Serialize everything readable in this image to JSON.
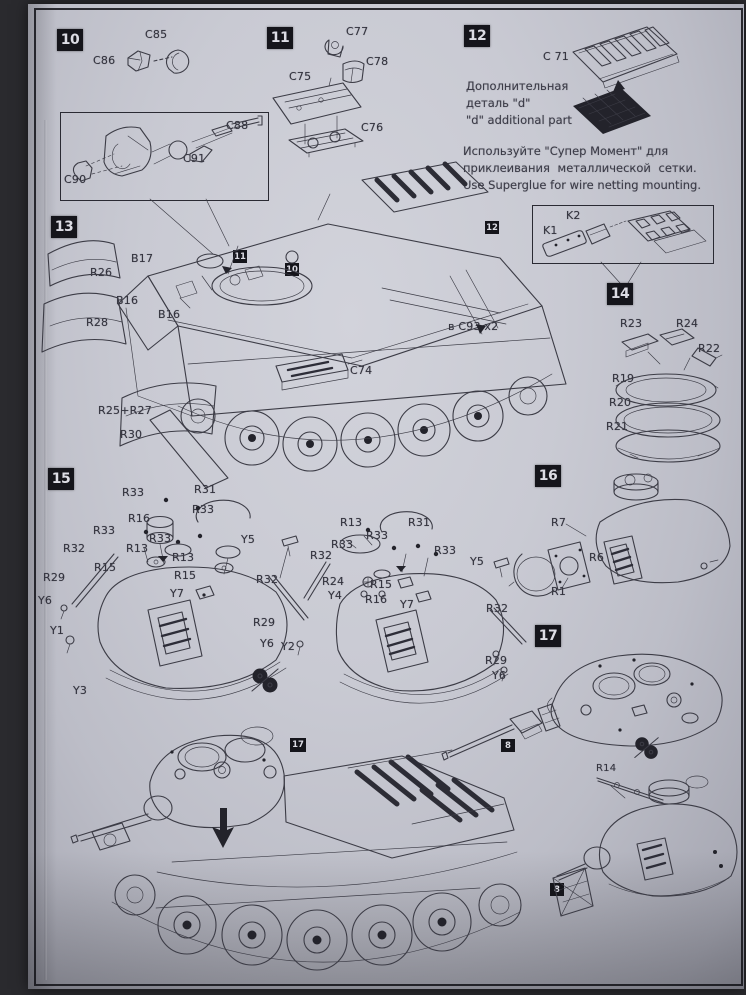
{
  "doc": {
    "kind": "model-kit-assembly-instructions",
    "paper_color": "#c9cad3",
    "ink_color": "#3c3c46"
  },
  "steps": {
    "s10": {
      "num": "10",
      "c85": "C85",
      "c86": "C86"
    },
    "box1": {
      "c90": "C90",
      "c91": "C91",
      "c88": "C88"
    },
    "s11": {
      "num": "11",
      "c77": "C77",
      "c78": "C78",
      "c75": "C75",
      "c76": "C76"
    },
    "s12": {
      "num": "12",
      "c71": "C 71",
      "note_ru1": "Дополнительная",
      "note_ru2": "деталь \"d\"",
      "note_en": "\"d\" additional part"
    },
    "glue_note": {
      "ru1": "Используйте \"Супер Момент\" для",
      "ru2": "приклеивания металлической сетки.",
      "en": "Use Superglue for wire netting mounting."
    },
    "s13": {
      "num": "13",
      "r26": "R26",
      "r28": "R28",
      "b17": "B17",
      "b16a": "B16",
      "b16b": "B16",
      "r2527": "R25+R27",
      "r30": "R30",
      "c74": "C74",
      "c93": "в C93 x2",
      "m11": "11",
      "m10": "10",
      "m12": "12"
    },
    "kbox": {
      "k1": "K1",
      "k2": "K2"
    },
    "s14": {
      "num": "14",
      "r23": "R23",
      "r24": "R24",
      "r22": "R22",
      "r19": "R19",
      "r20": "R20",
      "r21": "R21"
    },
    "s15": {
      "num": "15",
      "left": [
        "R33",
        "R31",
        "R33",
        "R16",
        "R33",
        "R33",
        "R32",
        "R13",
        "R13",
        "R15",
        "R15",
        "R29",
        "Y5",
        "Y6",
        "Y7",
        "R32",
        "Y1",
        "R29",
        "Y6",
        "Y2",
        "Y3"
      ],
      "right": [
        "R13",
        "R31",
        "R33",
        "R33",
        "R33",
        "R32",
        "Y5",
        "R24",
        "Y4",
        "R15",
        "R16",
        "Y7",
        "R32",
        "R29",
        "Y6"
      ]
    },
    "s16": {
      "num": "16",
      "r7": "R7",
      "r6": "R6",
      "r1": "R1"
    },
    "s17": {
      "num": "17",
      "m8": "8"
    },
    "bottom": {
      "m17": "17",
      "r14": "R14",
      "m8": "8"
    }
  }
}
